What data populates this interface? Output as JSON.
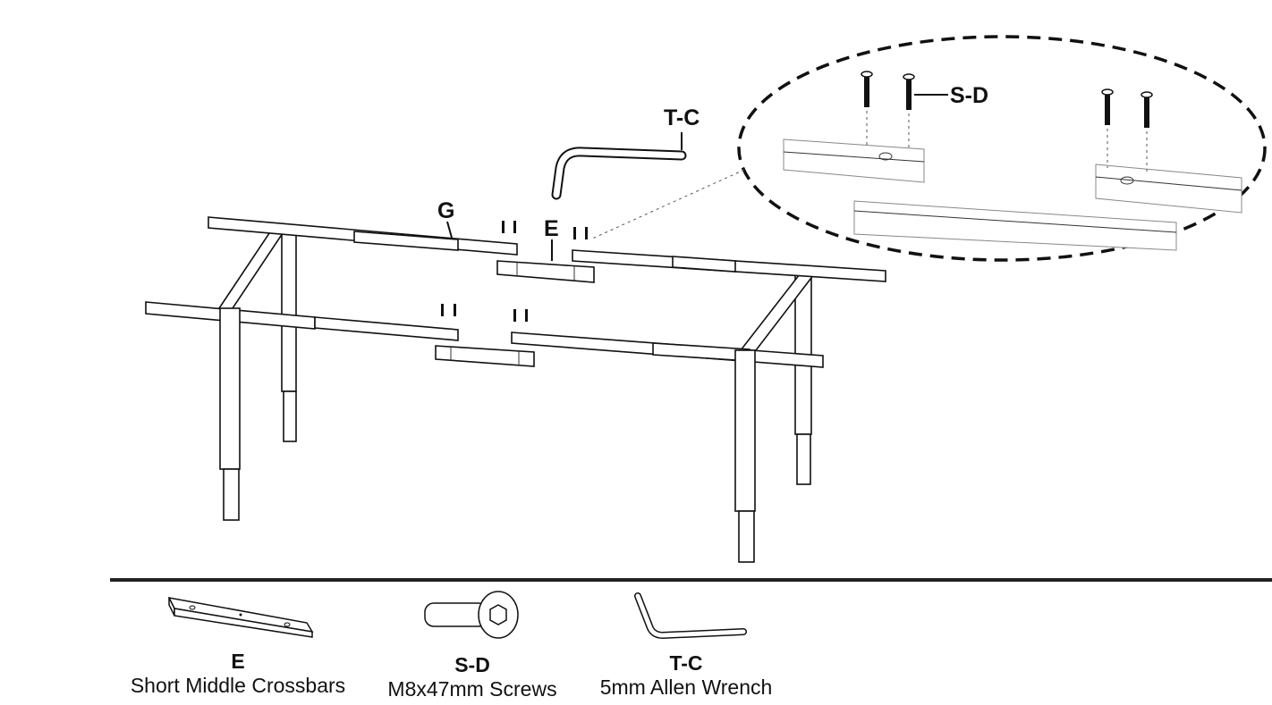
{
  "diagram": {
    "callouts": {
      "tc": "T-C",
      "g": "G",
      "e": "E",
      "sd": "S-D"
    },
    "stroke_color": "#111111"
  },
  "legend": {
    "items": [
      {
        "code": "E",
        "description": "Short Middle Crossbars",
        "icon": "crossbar-icon"
      },
      {
        "code": "S-D",
        "description": "M8x47mm Screws",
        "icon": "screw-icon"
      },
      {
        "code": "T-C",
        "description": "5mm Allen Wrench",
        "icon": "allen-wrench-icon"
      }
    ]
  }
}
